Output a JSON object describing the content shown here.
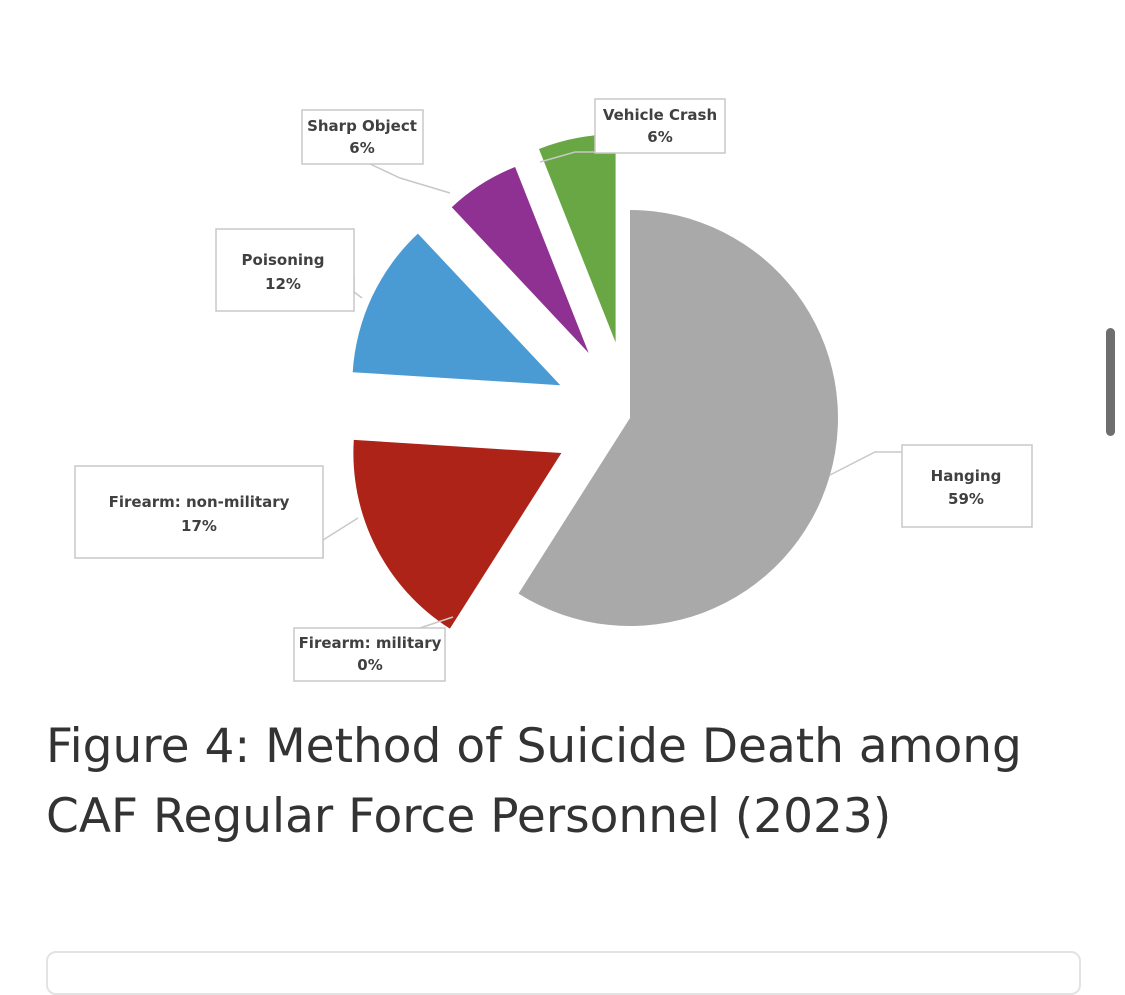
{
  "chart_data": {
    "type": "pie",
    "title": "Figure 4: Method of Suicide Death among CAF Regular Force Personnel (2023)",
    "slices": [
      {
        "label": "Hanging",
        "value": 59,
        "value_label": "59%",
        "color": "#a9a9a9"
      },
      {
        "label": "Firearm: military",
        "value": 0,
        "value_label": "0%",
        "color": "#a9a9a9"
      },
      {
        "label": "Firearm: non-military",
        "value": 17,
        "value_label": "17%",
        "color": "#ad2318"
      },
      {
        "label": "Poisoning",
        "value": 12,
        "value_label": "12%",
        "color": "#4a9ad4"
      },
      {
        "label": "Sharp Object",
        "value": 6,
        "value_label": "6%",
        "color": "#8f3193"
      },
      {
        "label": "Vehicle Crash",
        "value": 6,
        "value_label": "6%",
        "color": "#68a743"
      }
    ],
    "legend": "callouts"
  }
}
